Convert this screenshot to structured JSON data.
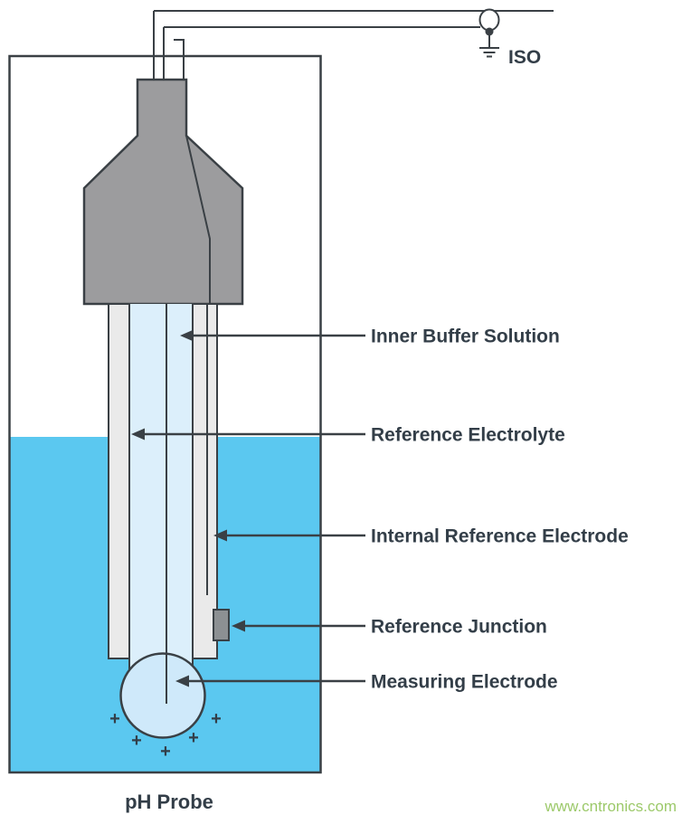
{
  "diagram": {
    "title_caption": "pH Probe",
    "iso_label": "ISO",
    "watermark": "www.cntronics.com",
    "plus_sign": "+",
    "labels": {
      "inner_buffer": "Inner Buffer Solution",
      "reference_electrolyte": "Reference Electrolyte",
      "internal_reference_electrode": "Internal Reference Electrode",
      "reference_junction": "Reference Junction",
      "measuring_electrode": "Measuring Electrode"
    },
    "colors": {
      "water": "#5BC8F0",
      "bulb": "#CFE9FA",
      "inner_tube": "#DCEFFB",
      "outer_tube": "#EAEAEA",
      "cap": "#9C9C9E",
      "junction": "#8C9093",
      "line": "#3A4045",
      "text": "#333E48",
      "watermark": "#9CC96A",
      "background": "#FFFFFF"
    }
  }
}
